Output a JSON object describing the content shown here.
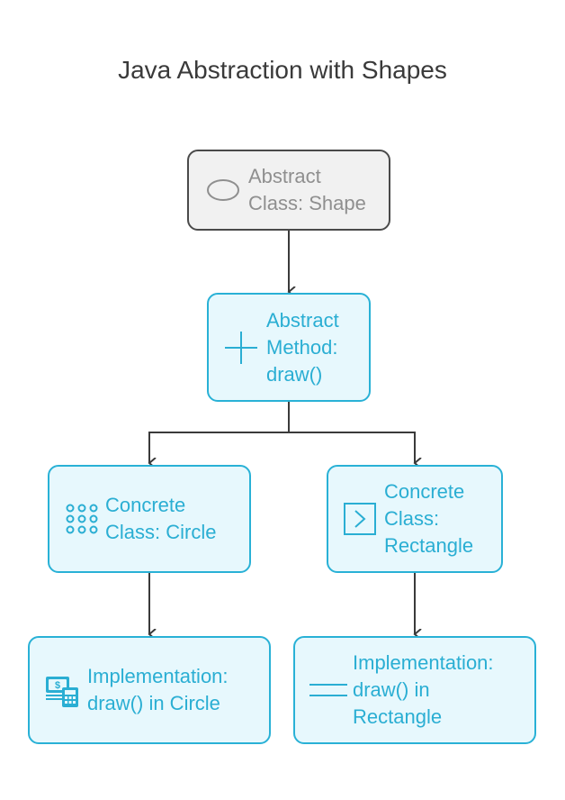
{
  "title": "Java Abstraction with Shapes",
  "colors": {
    "accent": "#2aaed3",
    "node_fill": "#e7f8fd",
    "root_border": "#4a4a4a",
    "root_fill": "#f1f1f1",
    "root_text": "#8f8f8f",
    "edge": "#3a3a3a"
  },
  "nodes": {
    "shape": {
      "label": "Abstract\nClass: Shape",
      "icon": "oval-icon"
    },
    "method": {
      "label": "Abstract\nMethod:\ndraw()",
      "icon": "plus-icon"
    },
    "circle": {
      "label": "Concrete\nClass: Circle",
      "icon": "dot-grid-icon"
    },
    "rectangle": {
      "label": "Concrete\nClass:\nRectangle",
      "icon": "chevron-right-box-icon"
    },
    "impl_circle": {
      "label": "Implementation:\ndraw() in Circle",
      "icon": "money-calculator-icon"
    },
    "impl_rectangle": {
      "label": "Implementation:\ndraw() in\nRectangle",
      "icon": "double-line-icon"
    }
  }
}
